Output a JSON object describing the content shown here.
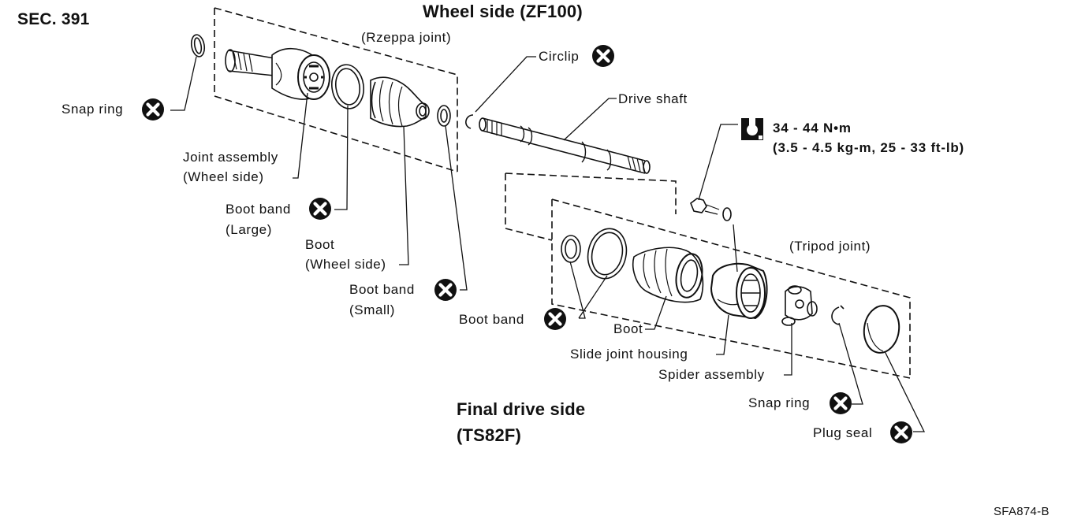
{
  "header": {
    "section": "SEC. 391",
    "wheel_title": "Wheel side (ZF100)",
    "final_title_line1": "Final drive side",
    "final_title_line2": "(TS82F)"
  },
  "wheel_side": {
    "joint_type": "(Rzeppa joint)",
    "snap_ring": "Snap ring",
    "joint_assembly_line1": "Joint assembly",
    "joint_assembly_line2": "(Wheel side)",
    "boot_band_large_line1": "Boot band",
    "boot_band_large_line2": "(Large)",
    "boot_line1": "Boot",
    "boot_line2": "(Wheel side)",
    "boot_band_small_line1": "Boot band",
    "boot_band_small_line2": "(Small)"
  },
  "shaft": {
    "circlip": "Circlip",
    "drive_shaft": "Drive shaft",
    "torque_line1": "34 - 44 N•m",
    "torque_line2": "(3.5 - 4.5 kg-m, 25 - 33 ft-lb)"
  },
  "final_side": {
    "joint_type": "(Tripod joint)",
    "boot_band": "Boot band",
    "boot": "Boot",
    "slide_joint_housing": "Slide joint housing",
    "spider_assembly": "Spider assembly",
    "snap_ring": "Snap ring",
    "plug_seal": "Plug seal"
  },
  "figure_code": "SFA874-B",
  "icons": {
    "replace_part": "do-not-reuse-icon",
    "torque_wrench": "torque-wrench-icon"
  }
}
